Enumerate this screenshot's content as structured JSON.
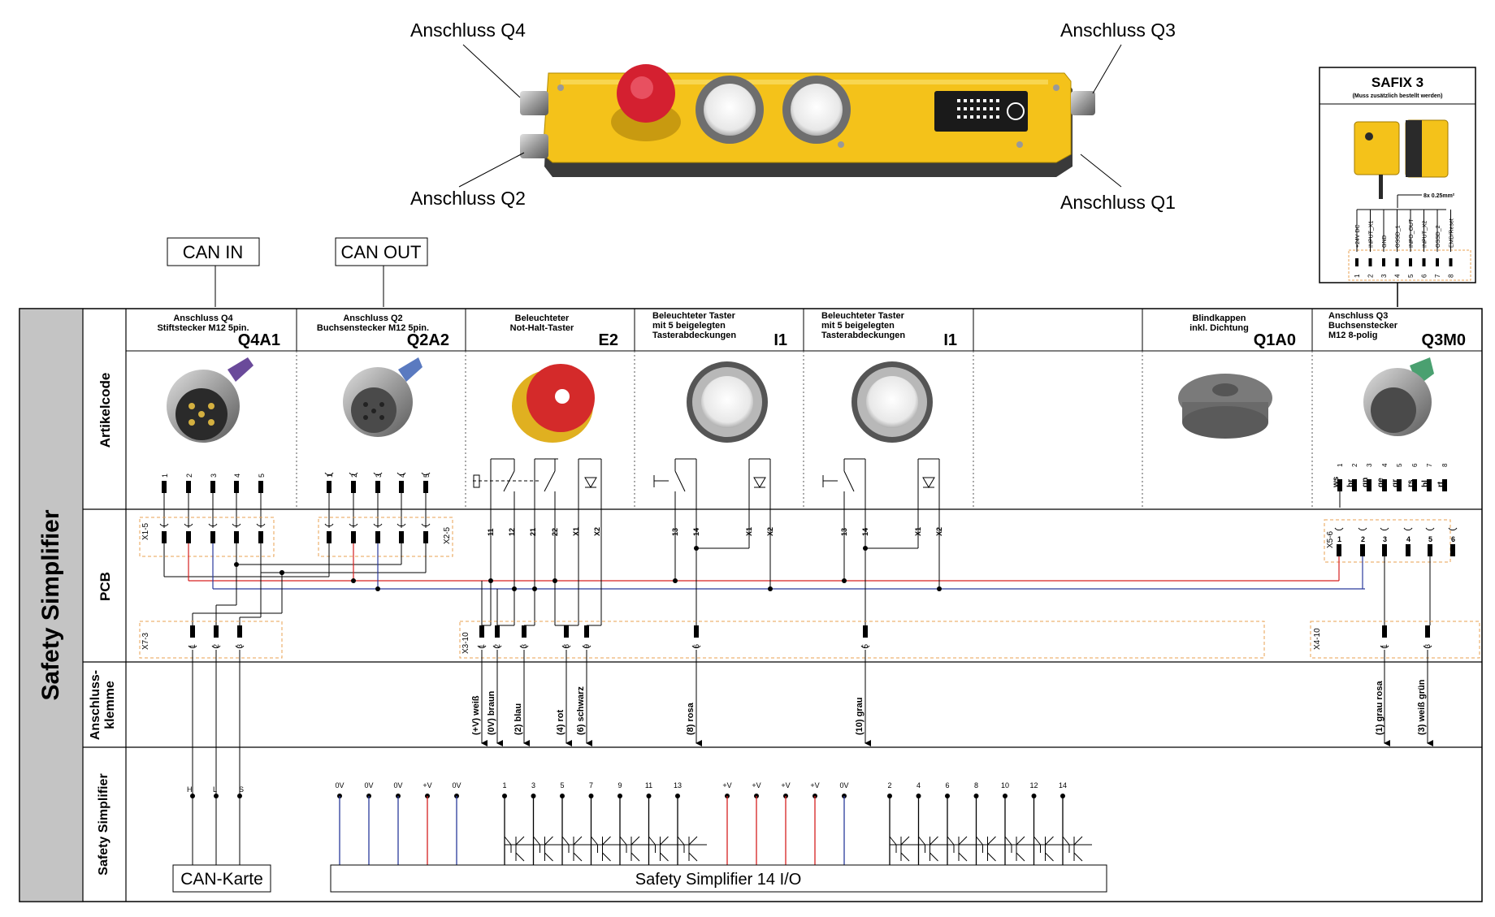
{
  "callouts": {
    "q4": "Anschluss Q4",
    "q2": "Anschluss Q2",
    "q3": "Anschluss Q3",
    "q1": "Anschluss Q1"
  },
  "safix": {
    "title": "SAFIX 3",
    "subtitle": "(Muss zusätzlich bestellt werden)",
    "cable_note": "8x 0.25mm²",
    "pins": [
      "+24V DC",
      "INPUT_X1",
      "GND",
      "OSSD_1",
      "INFO_OUT",
      "INPUT_X2",
      "OSSD_2",
      "EMD/Reset"
    ],
    "pin_numbers": [
      "1",
      "2",
      "3",
      "4",
      "5",
      "6",
      "7",
      "8"
    ]
  },
  "can_boxes": {
    "in": "CAN IN",
    "out": "CAN OUT"
  },
  "rows": {
    "main": "Safety Simplifier",
    "artikelcode": "Artikelcode",
    "pcb": "PCB",
    "klemme_1": "Anschluss-",
    "klemme_2": "klemme",
    "safety": "Safety Simplifier"
  },
  "columns": [
    {
      "desc": [
        "Anschluss Q4",
        "Stiftstecker M12 5pin."
      ],
      "code": "Q4A1"
    },
    {
      "desc": [
        "Anschluss Q2",
        "Buchsenstecker M12 5pin."
      ],
      "code": "Q2A2"
    },
    {
      "desc": [
        "Beleuchteter",
        "Not-Halt-Taster"
      ],
      "code": "E2"
    },
    {
      "desc": [
        "Beleuchteter Taster",
        "mit 5 beigelegten",
        "Tasterabdeckungen"
      ],
      "code": "I1"
    },
    {
      "desc": [
        "Beleuchteter Taster",
        "mit 5 beigelegten",
        "Tasterabdeckungen"
      ],
      "code": "I1"
    },
    {
      "desc": [],
      "code": ""
    },
    {
      "desc": [
        "Blindkappen",
        "inkl. Dichtung"
      ],
      "code": "Q1A0"
    },
    {
      "desc": [
        "Anschluss Q3",
        "Buchsenstecker",
        "M12 8-polig"
      ],
      "code": "Q3M0"
    }
  ],
  "connector_pins": [
    "1",
    "2",
    "3",
    "4",
    "5"
  ],
  "q3_wires": [
    "ws",
    "br",
    "gn",
    "ge",
    "gr",
    "rs",
    "bl",
    "rt"
  ],
  "q3_pins": [
    "1",
    "2",
    "3",
    "4",
    "5",
    "6",
    "7",
    "8"
  ],
  "estop_contacts": [
    "11",
    "12",
    "21",
    "22",
    "X1",
    "X2"
  ],
  "button_contacts": [
    "13",
    "14",
    "X1",
    "X2"
  ],
  "pcb_blocks": {
    "x1": "X1-5",
    "x2": "X2-5",
    "x7": "X7-3",
    "x3": "X3-10",
    "x4": "X4-10",
    "x5": "X5-6"
  },
  "x5_pins": [
    "1",
    "2",
    "3",
    "4",
    "5",
    "6"
  ],
  "x7_pins": [
    "1",
    "2",
    "3"
  ],
  "x3_pins": [
    "1",
    "2",
    "3",
    "8",
    "9",
    "6",
    "5"
  ],
  "x4_pins": [
    "1",
    "3"
  ],
  "klemme_labels": [
    "(+V) weiß",
    "(0V) braun",
    "(2) blau",
    "(4) rot",
    "(6) schwarz",
    "(8) rosa",
    "(10) grau",
    "(1) grau rosa",
    "(3) weiß grün"
  ],
  "can_pins": [
    "H",
    "L",
    "S"
  ],
  "can_card": "CAN-Karte",
  "power_terms": [
    "0V",
    "0V",
    "0V",
    "+V",
    "0V"
  ],
  "odd_terms": [
    "1",
    "3",
    "5",
    "7",
    "9",
    "11",
    "13"
  ],
  "mid_power_terms": [
    "+V",
    "+V",
    "+V",
    "+V",
    "0V"
  ],
  "even_terms": [
    "2",
    "4",
    "6",
    "8",
    "10",
    "12",
    "14"
  ],
  "module": "Safety Simplifier 14 I/O",
  "colors": {
    "yellow": "#f4c21a",
    "red_wire": "#d62020",
    "blue_wire": "#2a3a9c",
    "orange_dash": "#e8a050",
    "sidebar": "#c4c4c4"
  }
}
